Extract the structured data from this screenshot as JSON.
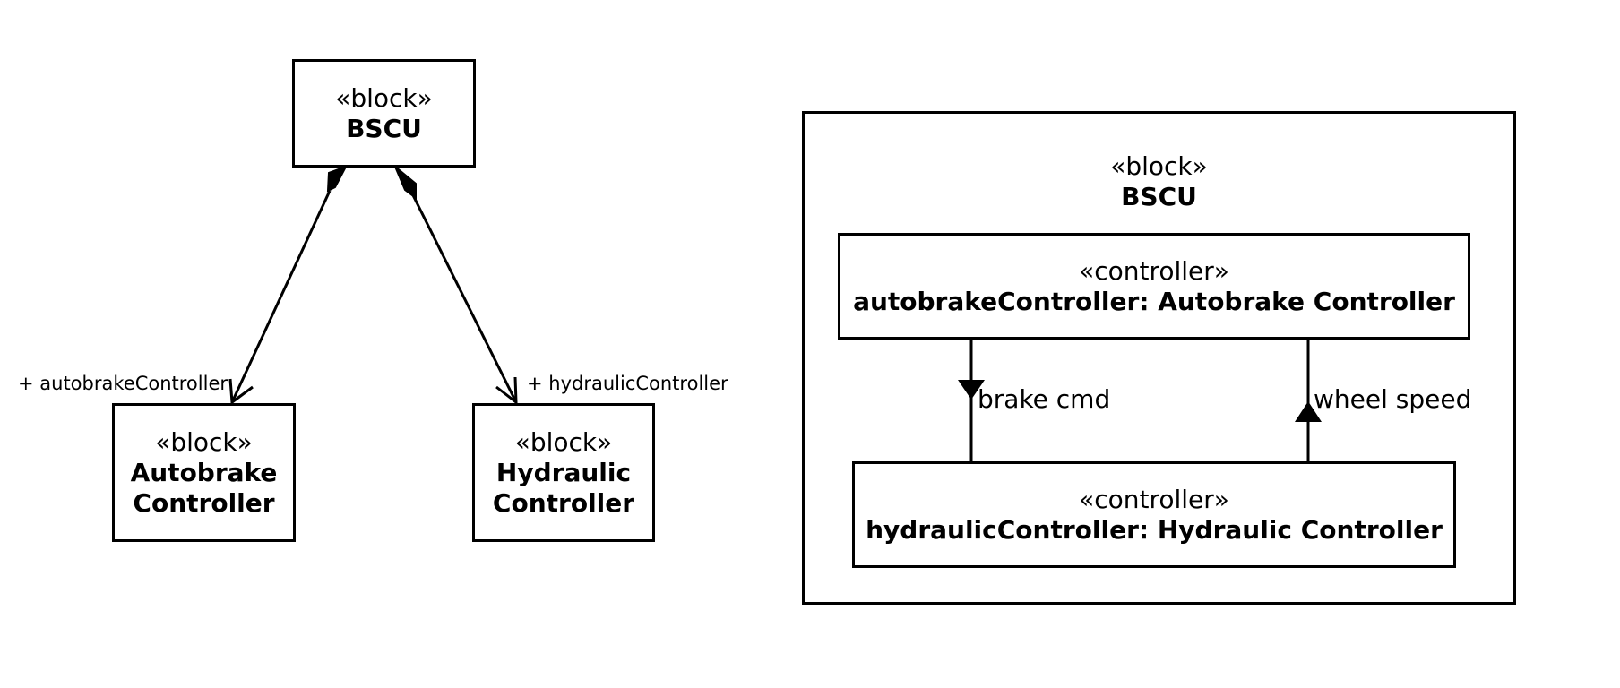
{
  "left_diagram": {
    "bscu": {
      "stereotype": "«block»",
      "name": "BSCU"
    },
    "autobrake": {
      "stereotype": "«block»",
      "name": "Autobrake Controller"
    },
    "hydraulic": {
      "stereotype": "«block»",
      "name": "Hydraulic Controller"
    },
    "roles": {
      "autobrake": "+ autobrakeController",
      "hydraulic": "+ hydraulicController"
    }
  },
  "right_diagram": {
    "container": {
      "stereotype": "«block»",
      "name": "BSCU"
    },
    "autobrake_part": {
      "stereotype": "«controller»",
      "name": "autobrakeController: Autobrake Controller"
    },
    "hydraulic_part": {
      "stereotype": "«controller»",
      "name": "hydraulicController: Hydraulic Controller"
    },
    "flows": {
      "down": "brake cmd",
      "up": "wheel speed"
    }
  }
}
